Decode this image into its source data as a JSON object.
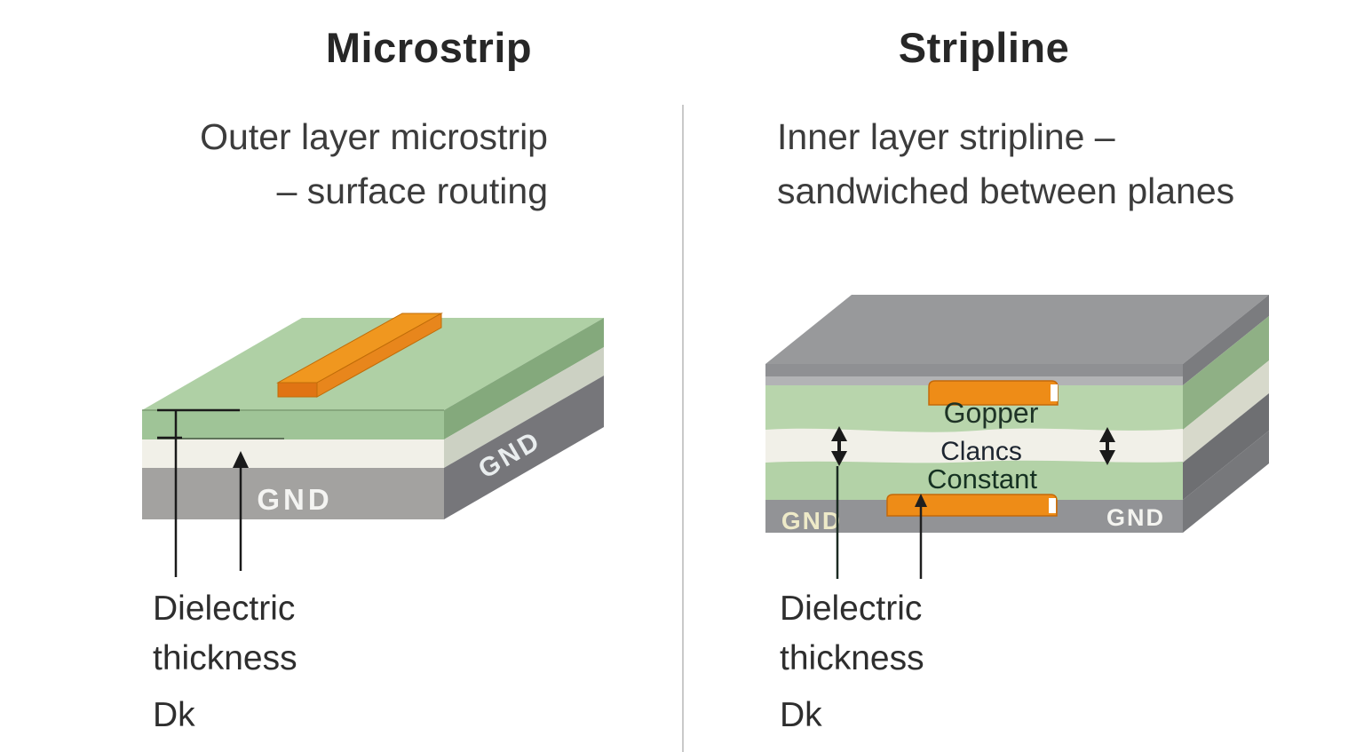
{
  "microstrip": {
    "title": "Microstrip",
    "subtitle_lines": [
      "Outer layer microstrip",
      "– surface routing"
    ],
    "gnd_front_label": "GND",
    "gnd_side_label": "GND",
    "annotation_line1": "Dielectric",
    "annotation_line2": "thickness",
    "annotation_dk": "Dk"
  },
  "stripline": {
    "title": "Stripline",
    "subtitle_lines": [
      "Inner layer stripline –",
      "sandwiched between planes"
    ],
    "layer_labels": [
      "Gopper",
      "Clancs",
      "Constant"
    ],
    "gnd_left_label": "GND",
    "gnd_right_label": "GND",
    "annotation_line1": "Dielectric",
    "annotation_line2": "thickness",
    "annotation_dk": "Dk"
  },
  "colors": {
    "pcb_green_top": "#afd0a5",
    "pcb_green_front": "#9fc497",
    "pcb_green_light": "#b8d5ac",
    "dielectric_white": "#f1f0e8",
    "ground_gray_front": "#a3a2a0",
    "ground_gray_dark": "#76767a",
    "plane_gray": "#8f9093",
    "copper_orange": "#ee8c17",
    "divider_gray": "#c9c9c9"
  }
}
